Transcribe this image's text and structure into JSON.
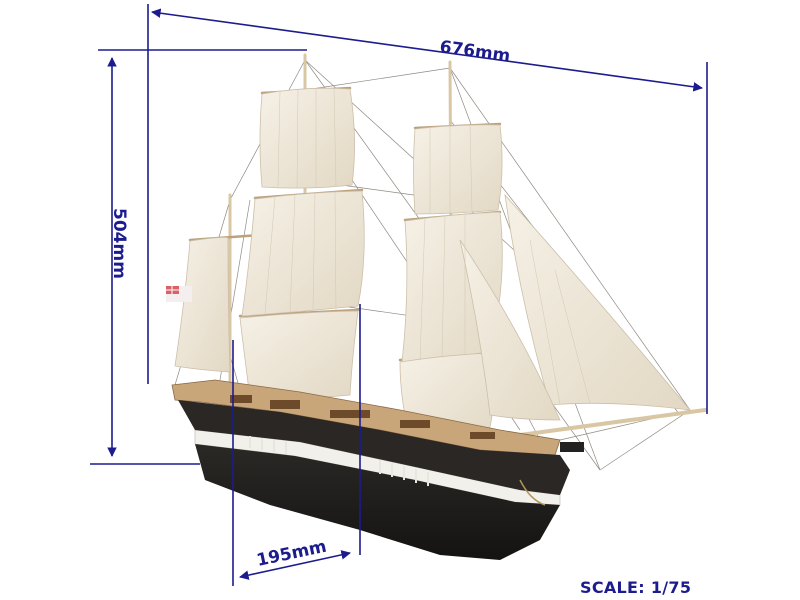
{
  "diagram": {
    "subject": "Model sailing ship (brig) with dimension annotations",
    "colors": {
      "dimension_line": "#1c1c8e",
      "background": "#ffffff",
      "sail": "#eee6d6",
      "hull": "#1f1d1b",
      "deck_wood": "#c9a57a",
      "white_band": "#f2f0ea",
      "flag_red": "#d0323a"
    },
    "dimensions": {
      "length": {
        "label": "676mm"
      },
      "height": {
        "label": "504mm"
      },
      "beam": {
        "label": "195mm"
      }
    },
    "scale": {
      "label": "SCALE: 1/75"
    }
  }
}
